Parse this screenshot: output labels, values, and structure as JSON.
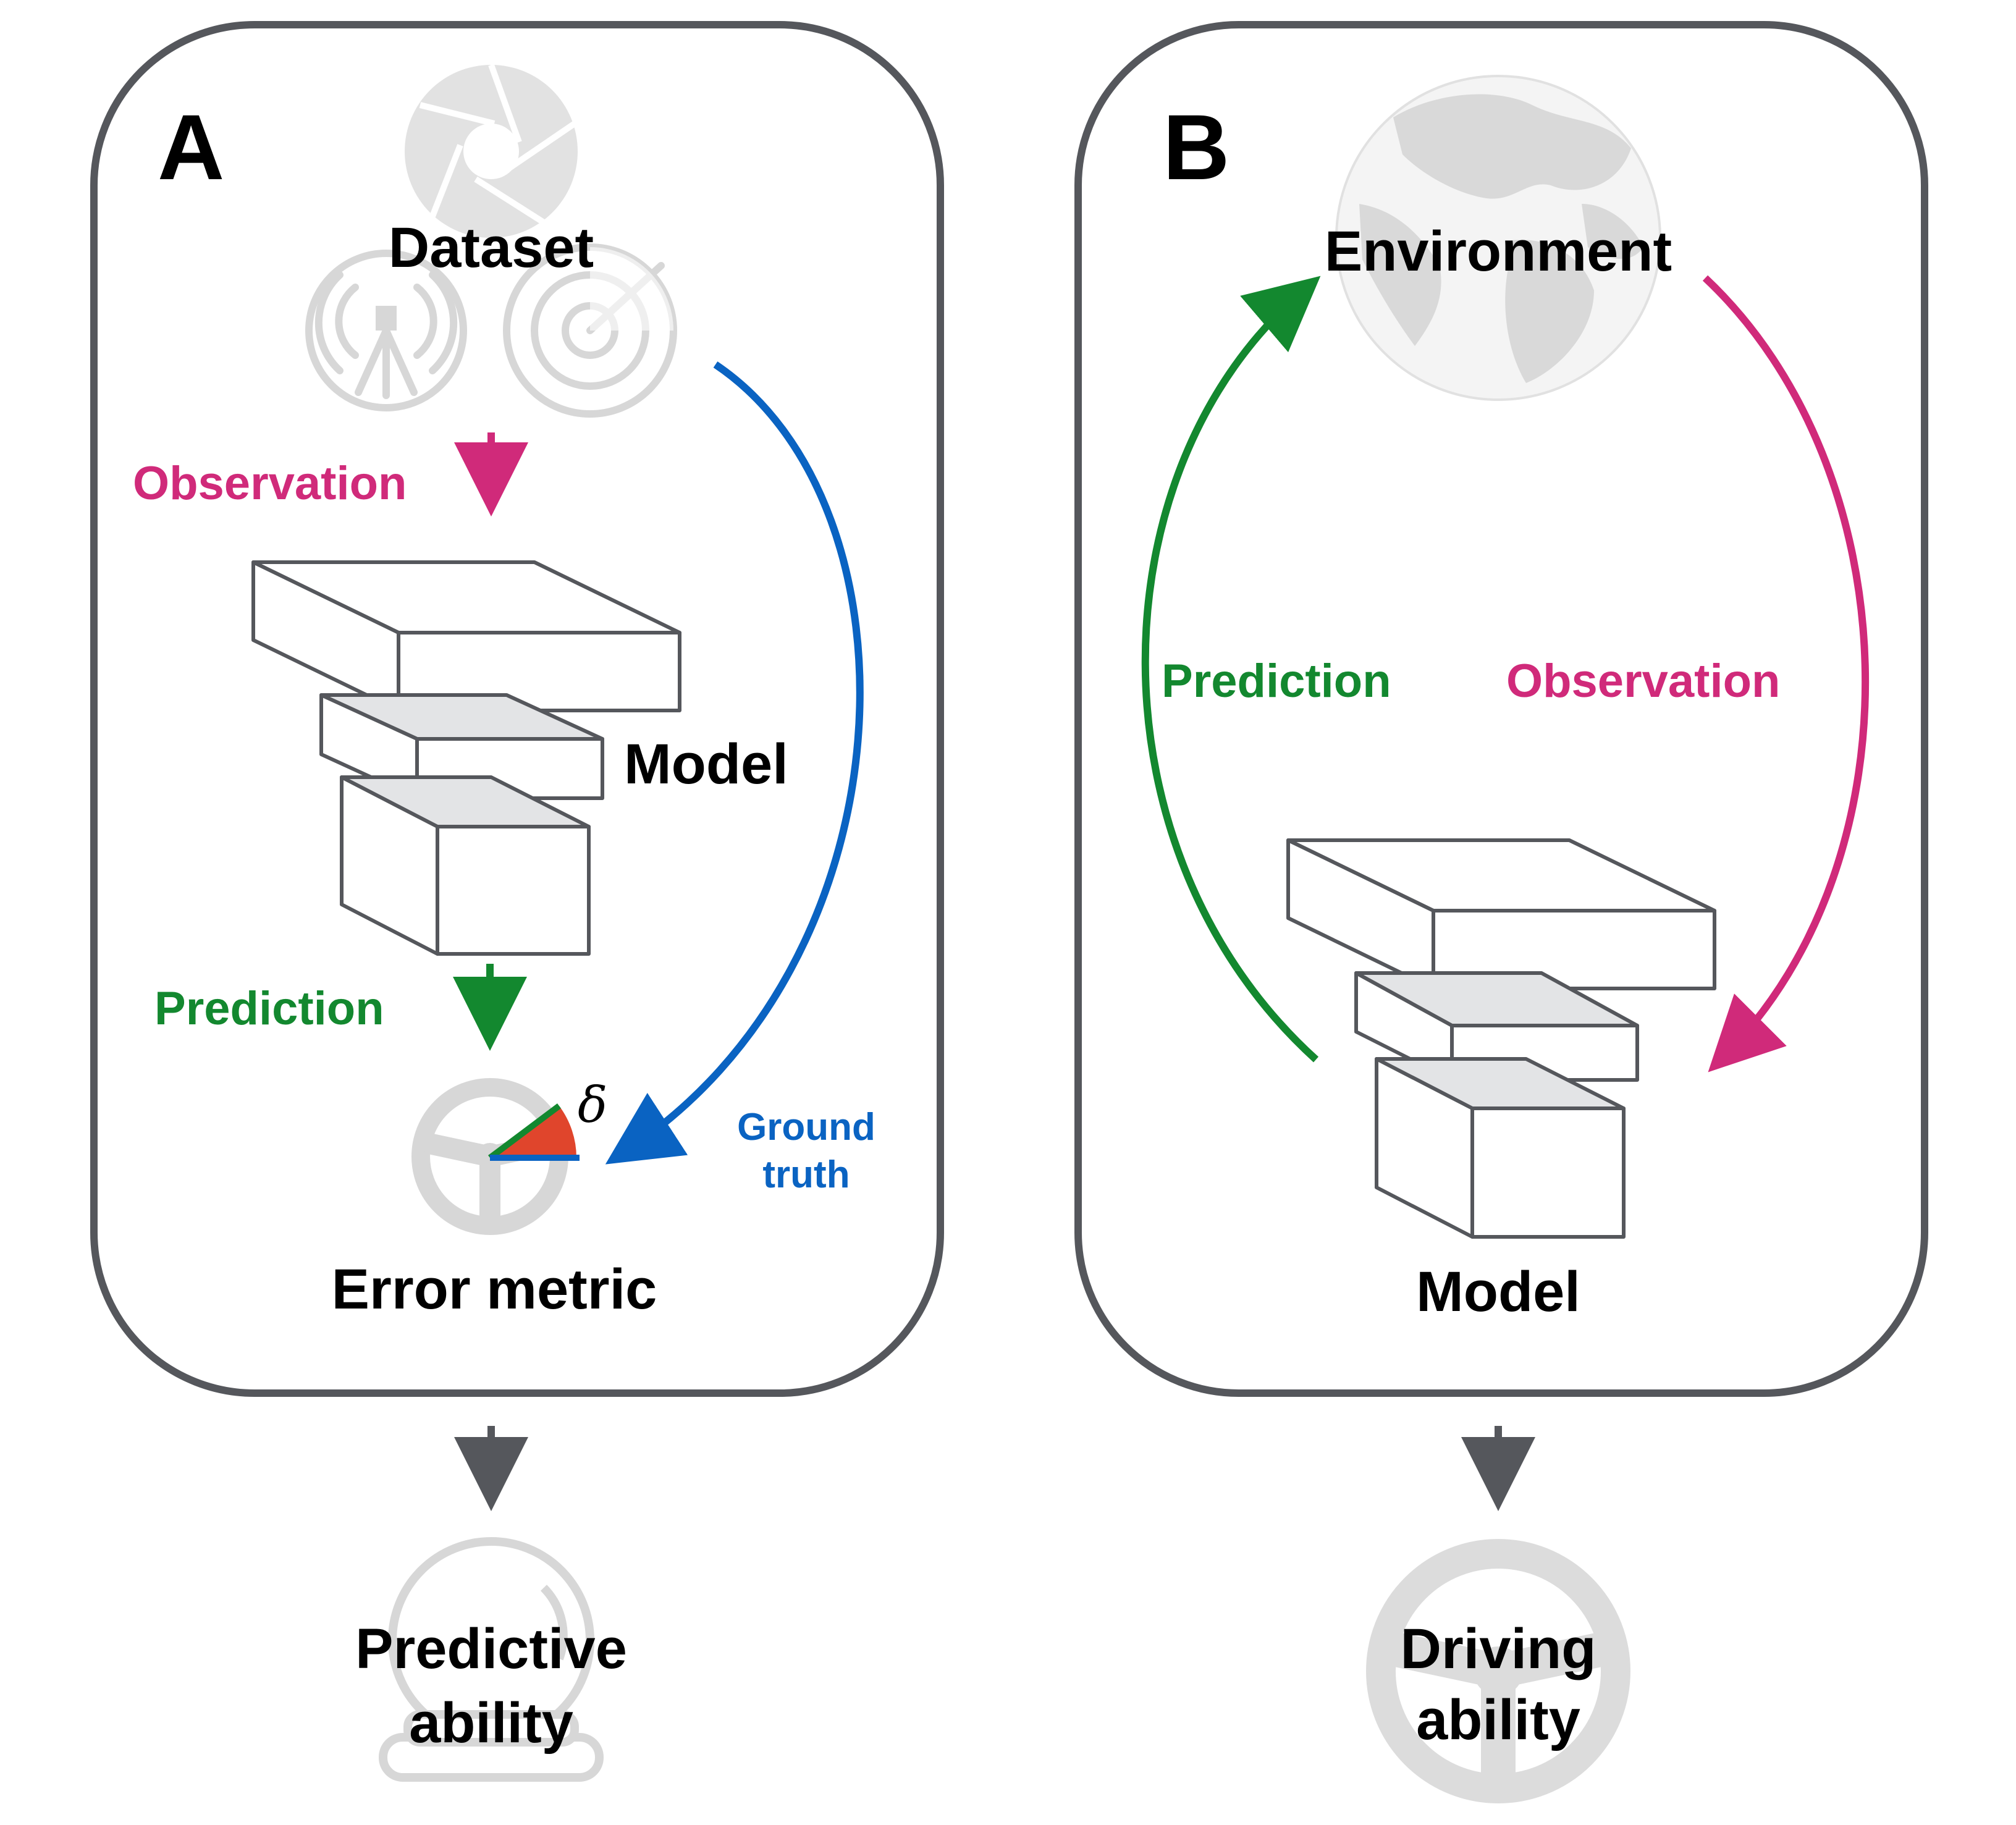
{
  "colors": {
    "frame": "#55575c",
    "observation": "#d02a7a",
    "prediction": "#13882f",
    "ground_truth": "#0a63c2",
    "error_wedge": "#e0452c",
    "ghost_icon": "#d7d7d7",
    "arrow_dark": "#55575c"
  },
  "panel_a": {
    "letter": "A",
    "dataset_label": "Dataset",
    "observation_label": "Observation",
    "model_label": "Model",
    "prediction_label": "Prediction",
    "ground_truth_label_line1": "Ground",
    "ground_truth_label_line2": "truth",
    "delta_symbol": "δ",
    "error_metric_label": "Error metric",
    "outcome_line1": "Predictive",
    "outcome_line2": "ability",
    "icons": [
      "camera-aperture-icon",
      "radar-tower-icon",
      "radar-sweep-icon",
      "steering-wheel-icon",
      "crystal-ball-icon"
    ]
  },
  "panel_b": {
    "letter": "B",
    "environment_label": "Environment",
    "prediction_label": "Prediction",
    "observation_label": "Observation",
    "model_label": "Model",
    "outcome_line1": "Driving",
    "outcome_line2": "ability",
    "icons": [
      "globe-icon",
      "steering-wheel-icon"
    ]
  }
}
